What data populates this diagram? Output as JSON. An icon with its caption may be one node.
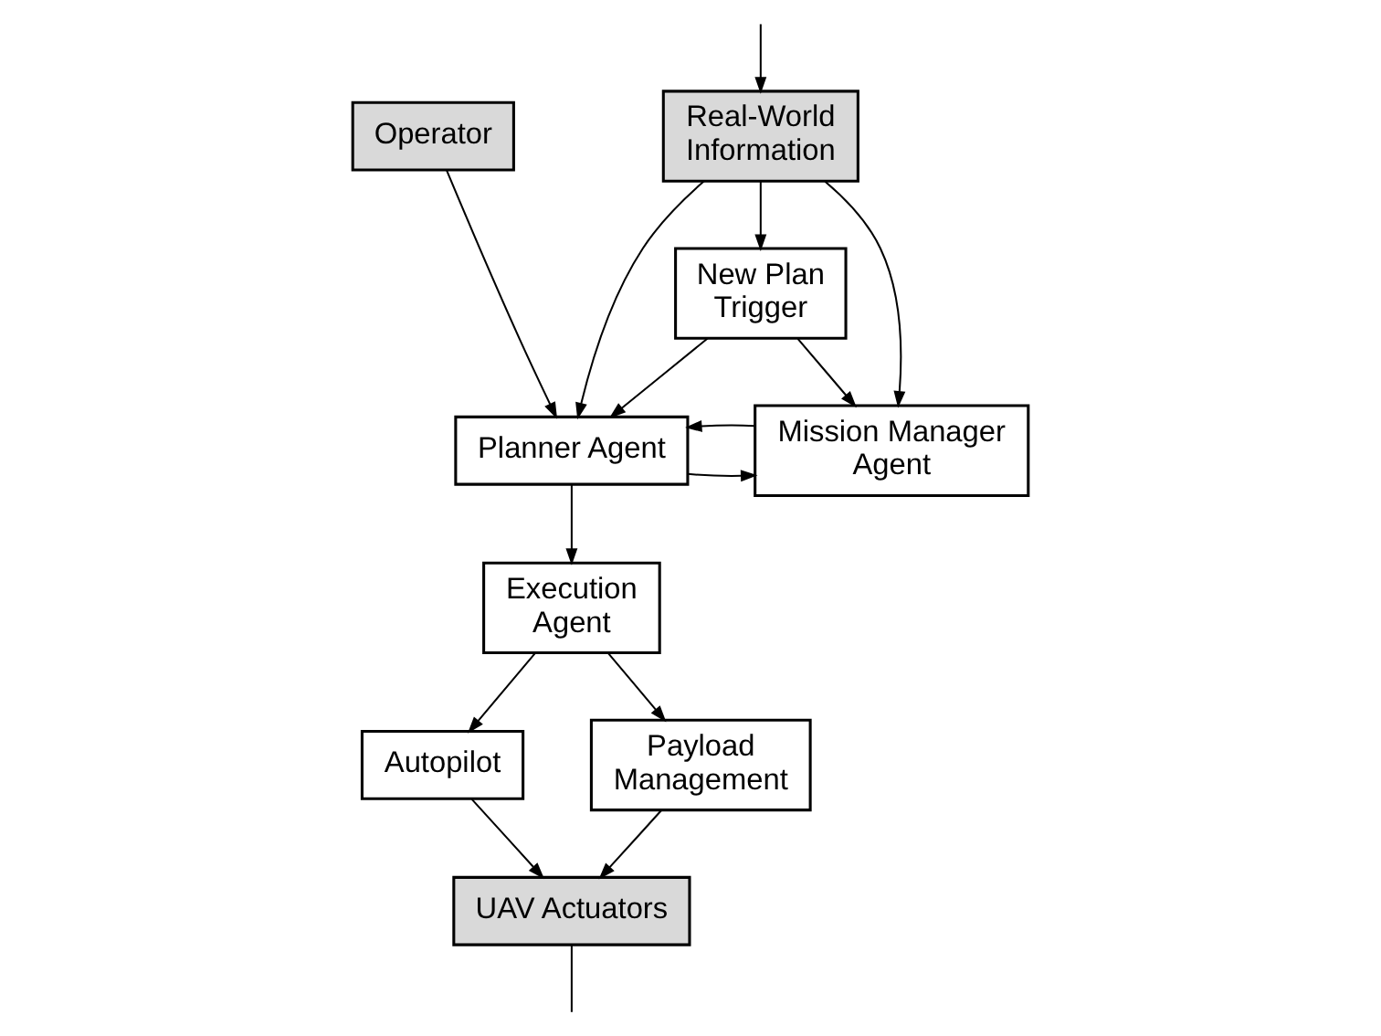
{
  "diagram": {
    "nodes": [
      {
        "text": [
          "Operator"
        ]
      },
      {
        "text": [
          "Real-World Information"
        ]
      },
      {
        "text": [
          "Mission Manager Agent"
        ]
      },
      {
        "text": [
          "Planner Agent"
        ]
      },
      {
        "text": [
          "New Plan Trigger"
        ]
      },
      {
        "text": [
          "Execution Agent"
        ]
      },
      {
        "text": [
          "Autopilot"
        ]
      },
      {
        "text": [
          "Payload Management"
        ]
      },
      {
        "text": [
          "UAV Actuators"
        ]
      }
    ],
    "edges": [
      {
        "from": 0,
        "to": 3,
        "arrow": "to"
      },
      {
        "from": 1,
        "to": 2,
        "arrow": "to"
      },
      {
        "from": 1,
        "to": 3,
        "arrow": "to"
      },
      {
        "from": 1,
        "to": 4,
        "arrow": "to"
      },
      {
        "from": 3,
        "to": 2,
        "arrow": "to"
      },
      {
        "from": 2,
        "to": 3,
        "arrow": "to"
      },
      {
        "from": 4,
        "to": 3,
        "arrow": "to"
      },
      {
        "from": 4,
        "to": 2,
        "arrow": "to"
      },
      {
        "from": 3,
        "to": 5,
        "arrow": "to"
      },
      {
        "from": 5,
        "to": 6,
        "arrow": "to"
      },
      {
        "from": 5,
        "to": 7,
        "arrow": "to"
      },
      {
        "from": 6,
        "to": 8,
        "arrow": "to"
      },
      {
        "from": 7,
        "to": 8,
        "arrow": "to"
      },
      {
        "from": 8,
        "to": null,
        "arrow": "none"
      },
      {
        "from": null,
        "to": 1,
        "arrow": "to"
      }
    ]
  }
}
